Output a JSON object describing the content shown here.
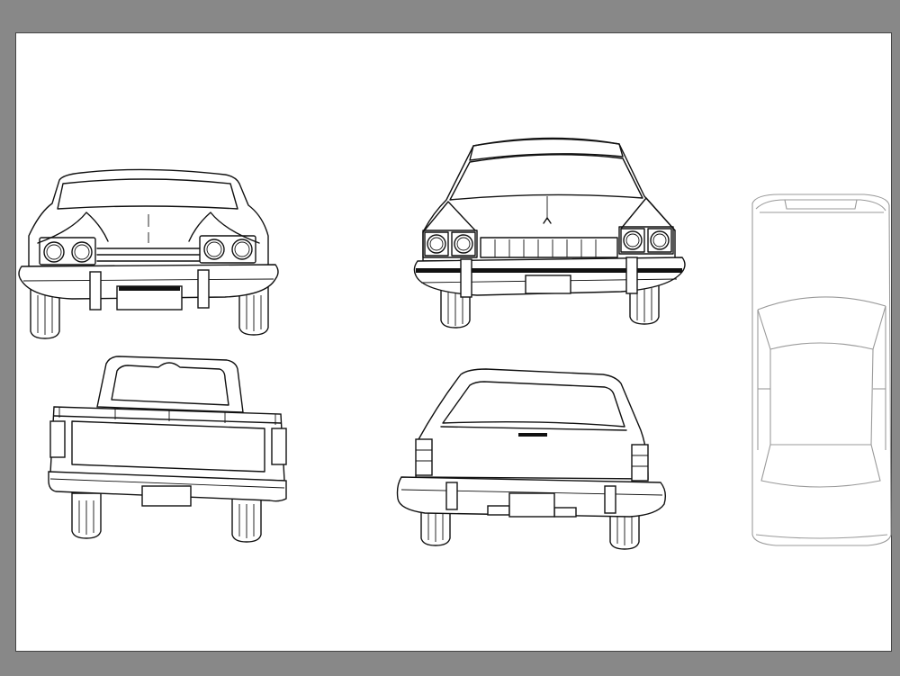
{
  "canvas": {
    "background": "#888888",
    "sheet_color": "#ffffff",
    "line_color": "#111111",
    "topview_line_color": "#9a9a9a"
  },
  "drawings": [
    {
      "id": "car-front-view-1"
    },
    {
      "id": "car-front-view-2"
    },
    {
      "id": "pickup-rear-view"
    },
    {
      "id": "sedan-rear-view"
    },
    {
      "id": "car-top-view"
    }
  ]
}
